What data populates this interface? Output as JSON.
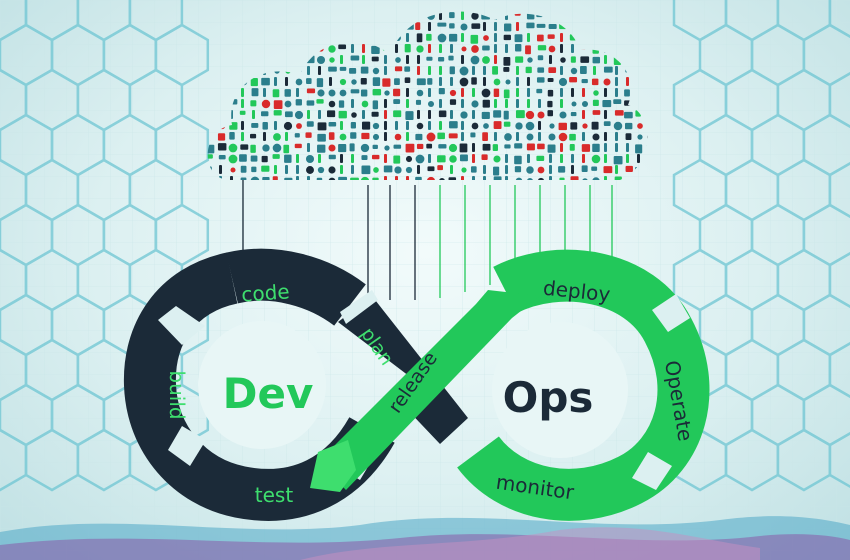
{
  "colors": {
    "dark": "#1b2a38",
    "green": "#22c85a",
    "green_light": "#3ede6e",
    "teal": "#2b7e8c",
    "red": "#d92b2b",
    "background": "#dcf0f1",
    "hex_lines": "#6fc6d3"
  },
  "dev": {
    "title": "Dev",
    "stages": [
      {
        "label": "code"
      },
      {
        "label": "build"
      },
      {
        "label": "test"
      },
      {
        "label": "plan"
      }
    ]
  },
  "ops": {
    "title": "Ops",
    "stages": [
      {
        "label": "release"
      },
      {
        "label": "deploy"
      },
      {
        "label": "Operate"
      },
      {
        "label": "monitor"
      }
    ]
  },
  "cloud": {
    "icon": "cloud-of-device-icons"
  }
}
